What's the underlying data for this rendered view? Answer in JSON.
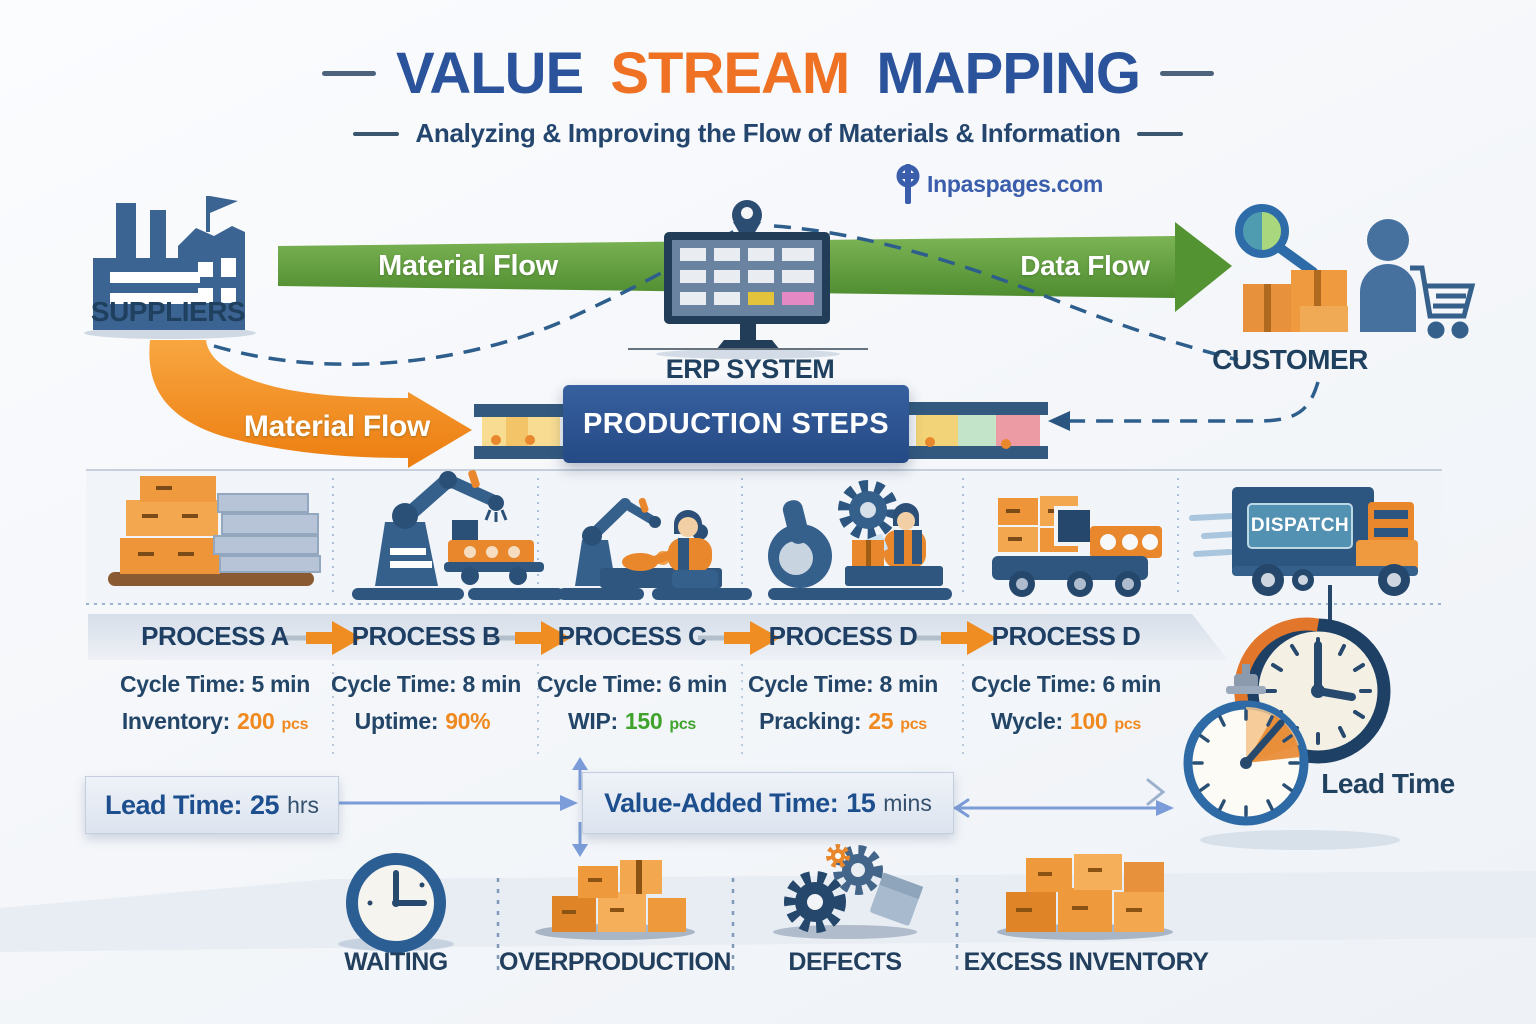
{
  "colors": {
    "title-blue": "#2b539b",
    "title-orange": "#ee7124",
    "navy": "#21415f",
    "green": "#5f9e3a",
    "orange": "#f0891f",
    "banner-blue": "#2d549c",
    "logo-blue": "#3a5dac",
    "value-green": "#3fa32c",
    "ribbon-text": "#1d4f8f"
  },
  "header": {
    "title_part1": "VALUE",
    "title_part2": "STREAM",
    "title_part3": "MAPPING",
    "subtitle": "Analyzing & Improving the Flow of Materials & Information",
    "logo_text": "Inpaspages.com"
  },
  "top_flow": {
    "suppliers_label": "SUPPLIERS",
    "material_flow_green_label": "Material Flow",
    "data_flow_label": "Data Flow",
    "erp_label": "ERP SYSTEM",
    "customer_label": "CUSTOMER"
  },
  "mid_flow": {
    "material_flow_orange_label": "Material Flow",
    "production_steps_label": "PRODUCTION STEPS"
  },
  "dispatch": {
    "label": "DISPATCH"
  },
  "processes": [
    {
      "name": "PROCESS A",
      "metric1": "Cycle Time: 5 min",
      "metric2_label": "Inventory:",
      "metric2_value": "200",
      "metric2_unit": "pcs",
      "value_color": "#f0891f"
    },
    {
      "name": "PROCESS B",
      "metric1": "Cycle Time: 8 min",
      "metric2_label": "Uptime:",
      "metric2_value": "90%",
      "metric2_unit": "",
      "value_color": "#f0891f"
    },
    {
      "name": "PROCESS C",
      "metric1": "Cycle Time: 6 min",
      "metric2_label": "WIP:",
      "metric2_value": "150",
      "metric2_unit": "pcs",
      "value_color": "#3fa32c"
    },
    {
      "name": "PROCESS D",
      "metric1": "Cycle Time: 8 min",
      "metric2_label": "Pracking:",
      "metric2_value": "25",
      "metric2_unit": "pcs",
      "value_color": "#f0891f"
    },
    {
      "name": "PROCESS D",
      "metric1": "Cycle Time: 6 min",
      "metric2_label": "Wycle:",
      "metric2_value": "100",
      "metric2_unit": "pcs",
      "value_color": "#f0891f"
    }
  ],
  "timeline": {
    "lead_time_banner": {
      "label": "Lead Time:",
      "value": "25",
      "unit": "hrs"
    },
    "value_added_banner": {
      "label": "Value-Added Time:",
      "value": "15",
      "unit": "mins"
    },
    "lead_time_clock_label": "Lead Time"
  },
  "wastes": [
    {
      "label": "WAITING",
      "icon": "clock-icon"
    },
    {
      "label": "OVERPRODUCTION",
      "icon": "boxes-icon"
    },
    {
      "label": "DEFECTS",
      "icon": "gears-icon"
    },
    {
      "label": "EXCESS INVENTORY",
      "icon": "boxes-icon"
    }
  ]
}
